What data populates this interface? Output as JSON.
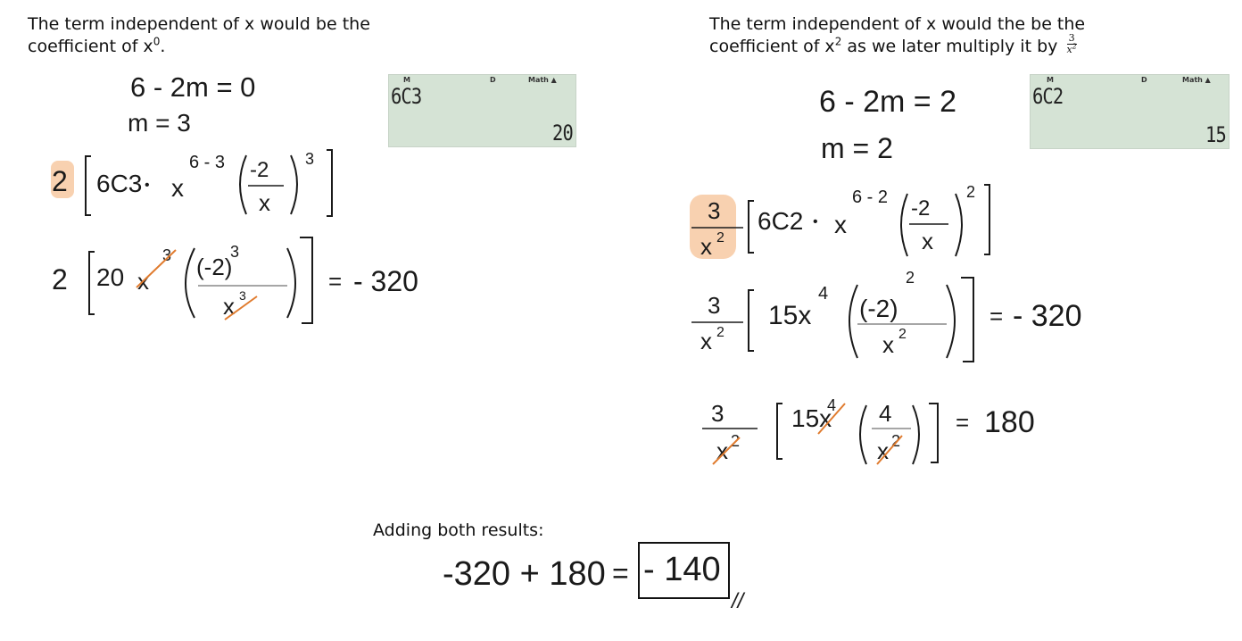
{
  "left": {
    "intro_line1": "The term independent of x would be the",
    "intro_line2_prefix": "coefficient of x",
    "intro_line2_sup": "0",
    "intro_line2_suffix": ".",
    "step1": "6 - 2m = 0",
    "step2": "m = 3",
    "calculator": {
      "indicator_m": "M",
      "indicator_d": "D",
      "indicator_math": "Math ▲",
      "expression": "6C3",
      "result": "20"
    },
    "expansion": {
      "multiplier": "2",
      "binom": "6C3",
      "dot": "•",
      "x": "x",
      "exponent": "6 - 3",
      "frac_num": "-2",
      "frac_den": "x",
      "power": "3"
    },
    "simplified": {
      "multiplier": "2",
      "coef": "20",
      "x": "x",
      "x_exp": "3",
      "num": "(-2)",
      "num_exp": "3",
      "den": "x",
      "den_exp": "3",
      "equals": "=",
      "result": "- 320"
    }
  },
  "right": {
    "intro_line1": "The term independent of x would the be the",
    "intro_line2_prefix": "coefficient of x",
    "intro_line2_sup": "2",
    "intro_line2_suffix": " as we later multiply it by",
    "intro_frac_num": "3",
    "intro_frac_den": "x",
    "intro_frac_den_sup": "2",
    "step1": "6 - 2m = 2",
    "step2": "m = 2",
    "calculator": {
      "indicator_m": "M",
      "indicator_d": "D",
      "indicator_math": "Math ▲",
      "expression": "6C2",
      "result": "15"
    },
    "expansion": {
      "mult_num": "3",
      "mult_den": "x",
      "mult_den_exp": "2",
      "binom": "6C2",
      "dot": "•",
      "x": "x",
      "exponent": "6 - 2",
      "frac_num": "-2",
      "frac_den": "x",
      "power": "2"
    },
    "simplified": {
      "mult_num": "3",
      "mult_den": "x",
      "mult_den_exp": "2",
      "coef": "15x",
      "x_exp": "4",
      "num": "(-2)",
      "num_exp": "2",
      "den": "x",
      "den_exp": "2",
      "equals": "=",
      "result": "- 320"
    },
    "final": {
      "mult_num": "3",
      "mult_den": "x",
      "mult_den_exp": "2",
      "coef": "15x",
      "x_exp": "4",
      "num": "4",
      "den": "x",
      "den_exp": "2",
      "equals": "=",
      "result": "180"
    }
  },
  "summary": {
    "label": "Adding both results:",
    "expression": "-320 + 180",
    "equals": "=",
    "answer": "- 140",
    "end_mark": "//"
  },
  "colors": {
    "highlight": "#f7c9a2",
    "strike": "#e07b2e",
    "calculator_bg": "#d5e3d5",
    "ink": "#1a1a1a"
  }
}
